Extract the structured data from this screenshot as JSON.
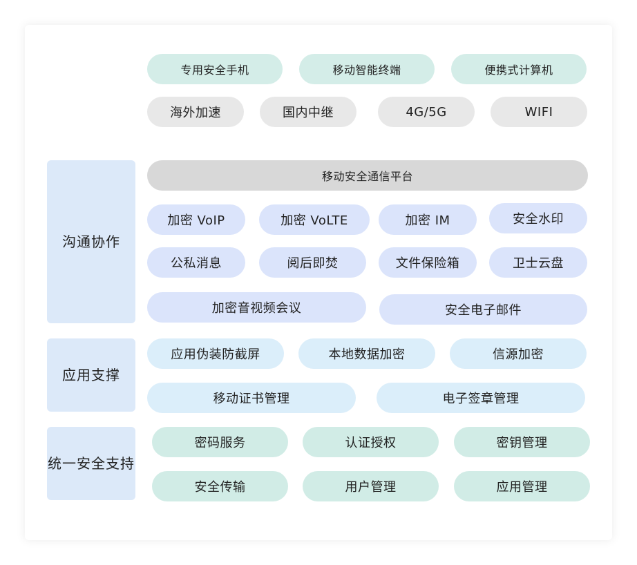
{
  "terminals": {
    "row1": [
      "专用安全手机",
      "移动智能终端",
      "便携式计算机"
    ],
    "row2": [
      "海外加速",
      "国内中继",
      "4G/5G",
      "WIFI"
    ]
  },
  "communication": {
    "label": "沟通协作",
    "platform": "移动安全通信平台",
    "row1": [
      "加密 VoIP",
      "加密 VoLTE",
      "加密 IM",
      "安全水印"
    ],
    "row2": [
      "公私消息",
      "阅后即焚",
      "文件保险箱",
      "卫士云盘"
    ],
    "row3": [
      "加密音视频会议",
      "安全电子邮件"
    ]
  },
  "app_support": {
    "label": "应用支撑",
    "row1": [
      "应用伪装防截屏",
      "本地数据加密",
      "信源加密"
    ],
    "row2": [
      "移动证书管理",
      "电子签章管理"
    ]
  },
  "unified_security": {
    "label_line1": "统一安全",
    "label_line2": "支持",
    "row1": [
      "密码服务",
      "认证授权",
      "密钥管理"
    ],
    "row2": [
      "安全传输",
      "用户管理",
      "应用管理"
    ]
  }
}
